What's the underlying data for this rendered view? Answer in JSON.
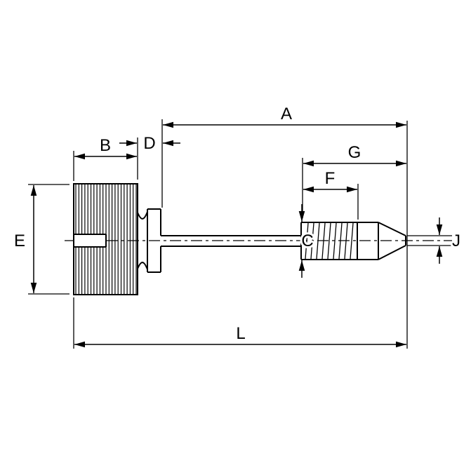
{
  "page": {
    "background": "#ffffff"
  },
  "diagram": {
    "kind": "technical-drawing",
    "subject": "knurled captive thumb screw with threaded tip, side view with dimension callouts",
    "line_color": "#000000",
    "labels": {
      "A": "A",
      "B": "B",
      "C": "C",
      "D": "D",
      "E": "E",
      "F": "F",
      "G": "G",
      "J": "J",
      "L": "L"
    }
  }
}
